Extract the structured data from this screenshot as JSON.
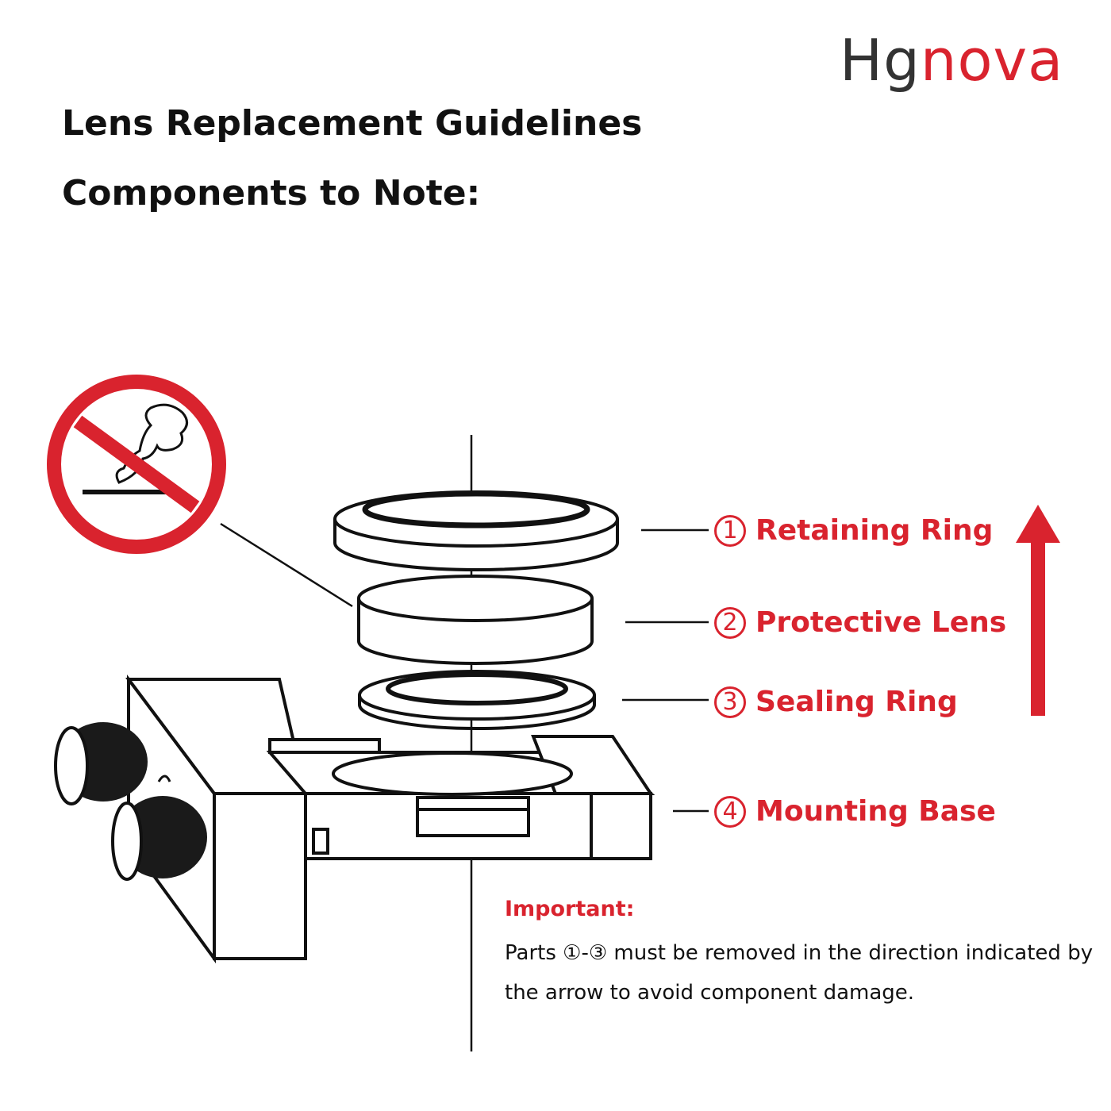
{
  "brand": {
    "logo_dark": "Hg",
    "logo_red": "nova"
  },
  "title": "Lens Replacement Guidelines",
  "subtitle": "Components to Note:",
  "parts": [
    {
      "number": "1",
      "name": "Retaining Ring"
    },
    {
      "number": "2",
      "name": "Protective Lens"
    },
    {
      "number": "3",
      "name": "Sealing Ring"
    },
    {
      "number": "4",
      "name": "Mounting Base"
    }
  ],
  "note": {
    "heading": "Important:",
    "text": "Parts ①-③ must be removed in the direction indicated by the arrow to avoid component damage."
  },
  "colors": {
    "accent": "#d9232e",
    "ink": "#111111"
  },
  "icons": [
    "no-touch-icon",
    "removal-arrow-icon"
  ]
}
